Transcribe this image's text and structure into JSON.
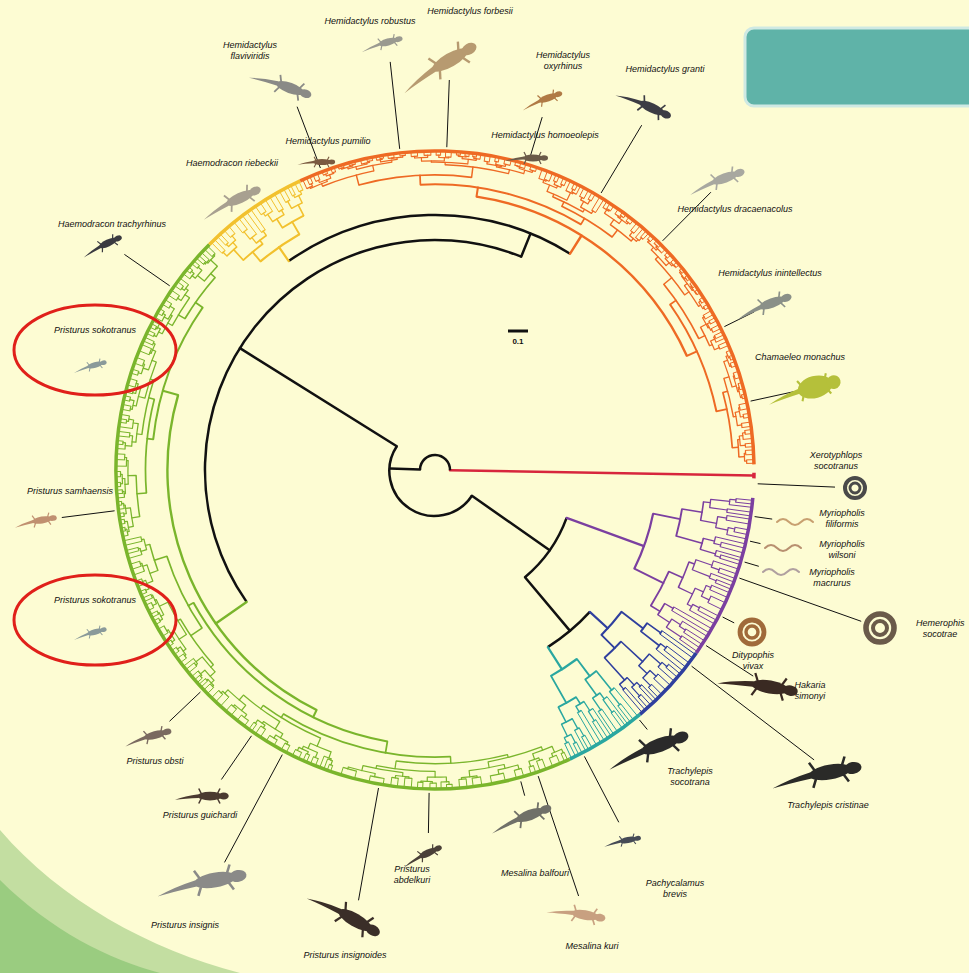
{
  "diagram": {
    "nodes": [
      {
        "text": [
          "Pristurus sokotranus"
        ]
      },
      {
        "text": [
          "Pristurus sokotranus"
        ]
      }
    ],
    "labels": [
      "Hemidactylus forbesii",
      "Hemidactylus robustus",
      "Hemidactylus flaviviridis",
      "Hemidactylus oxyrhinus",
      "Hemidactylus granti",
      "Hemidactylus homoeolepis",
      "Hemidactylus pumilio",
      "Haemodracon riebeckii",
      "Hemidactylus dracaenacolus",
      "Haemodracon trachyrhinus",
      "Hemidactylus inintellectus",
      "0.1",
      "Chamaeleo monachus",
      "Pristurus samhaensis",
      "Xerotyphlops socotranus",
      "Myriopholis filiformis",
      "Myriopholis wilsoni",
      "Myriopholis macrurus",
      "Hemerophis socotrae",
      "Ditypophis vivax",
      "Hakaria simonyi",
      "Trachylepis socotrana",
      "Trachylepis cristinae",
      "Pristurus obsti",
      "Pristurus guichardi",
      "Mesalina balfouri",
      "Pachycalamus brevis",
      "Pristurus abdelkuri",
      "Pristurus insignis",
      "Mesalina kuri",
      "Pristurus insignoides"
    ]
  }
}
